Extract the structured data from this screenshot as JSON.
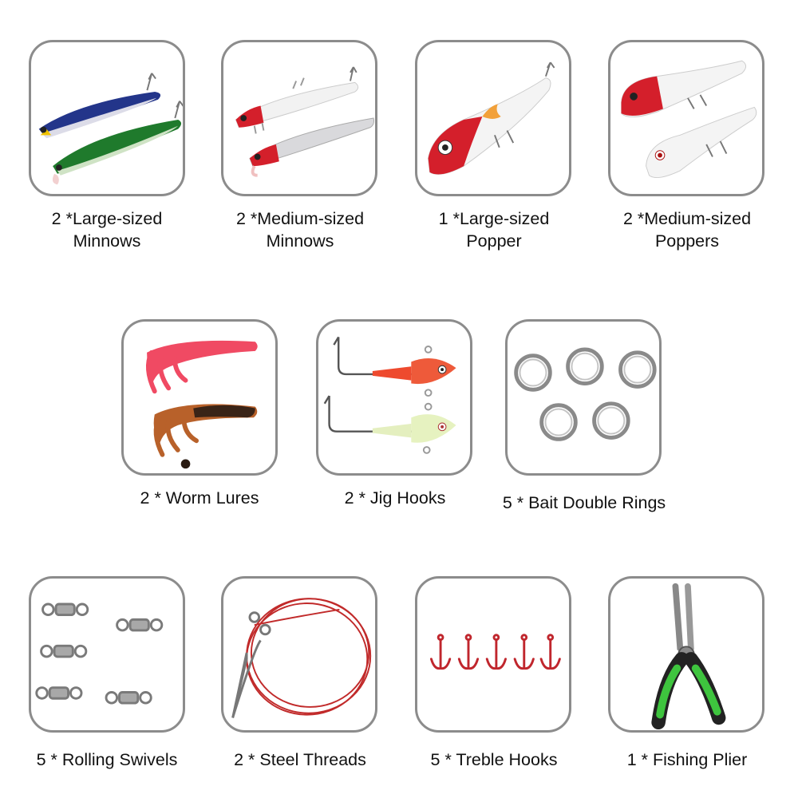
{
  "items": [
    {
      "line1": "2 *Large-sized",
      "line2": "Minnows"
    },
    {
      "line1": "2 *Medium-sized",
      "line2": "Minnows"
    },
    {
      "line1": "1 *Large-sized",
      "line2": "Popper"
    },
    {
      "line1": "2 *Medium-sized",
      "line2": "Poppers"
    },
    {
      "line1": "2 * Worm Lures"
    },
    {
      "line1": "2 * Jig Hooks"
    },
    {
      "line1": "5 * Bait Double Rings"
    },
    {
      "line1": "5 * Rolling Swivels"
    },
    {
      "line1": "2 * Steel Threads"
    },
    {
      "line1": "5 * Treble Hooks"
    },
    {
      "line1": "1 * Fishing Plier"
    }
  ]
}
